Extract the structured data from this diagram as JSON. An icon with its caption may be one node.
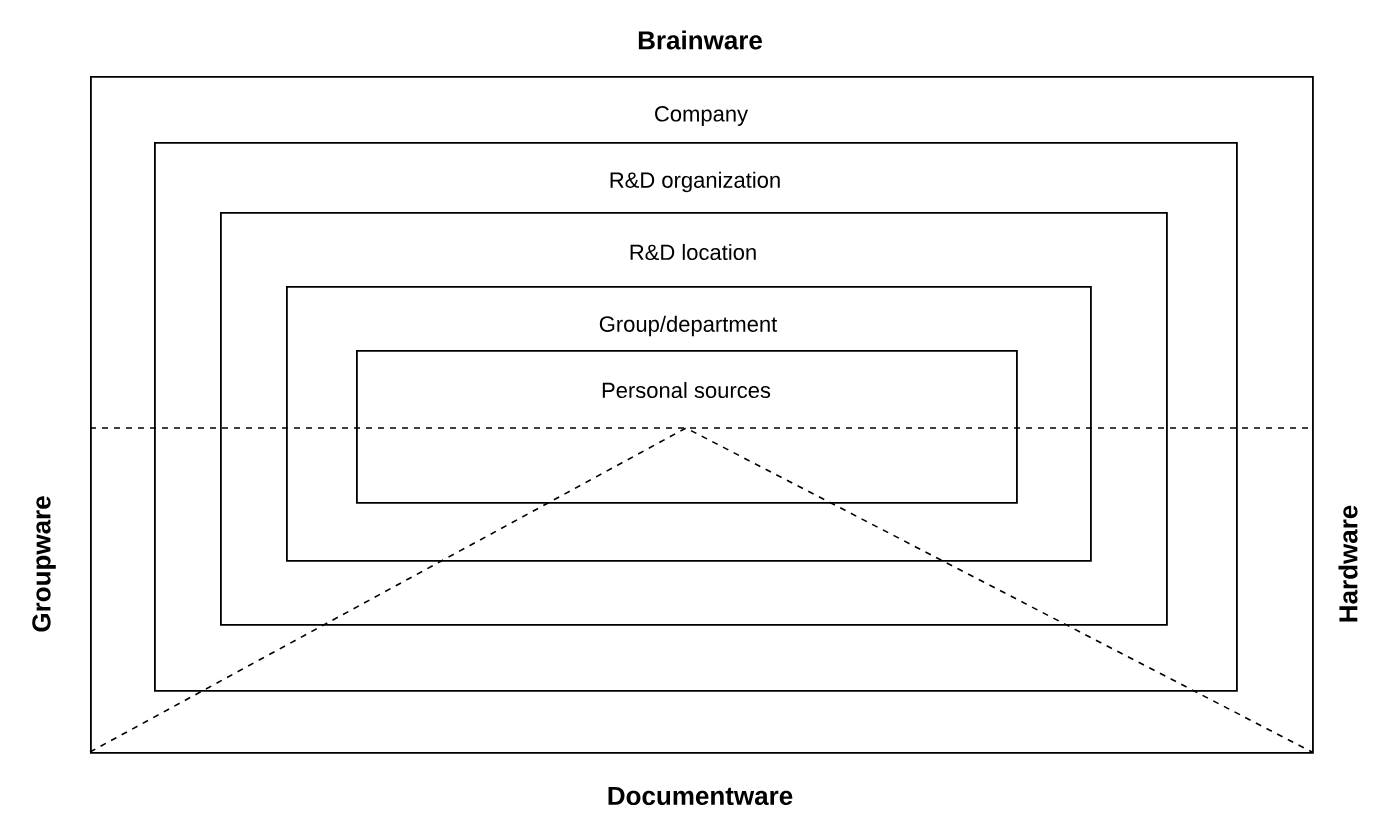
{
  "diagram": {
    "nodes": [
      {
        "text": [
          "Company"
        ]
      },
      {
        "text": [
          "R&D organization"
        ],
        "in": 0
      },
      {
        "text": [
          "R&D location"
        ],
        "in": 1
      },
      {
        "text": [
          "Group/department"
        ],
        "in": 2
      },
      {
        "text": [
          "Personal sources"
        ],
        "in": 3
      }
    ],
    "labels": [
      "Brainware",
      "Groupware",
      "Hardware",
      "Documentware"
    ]
  }
}
